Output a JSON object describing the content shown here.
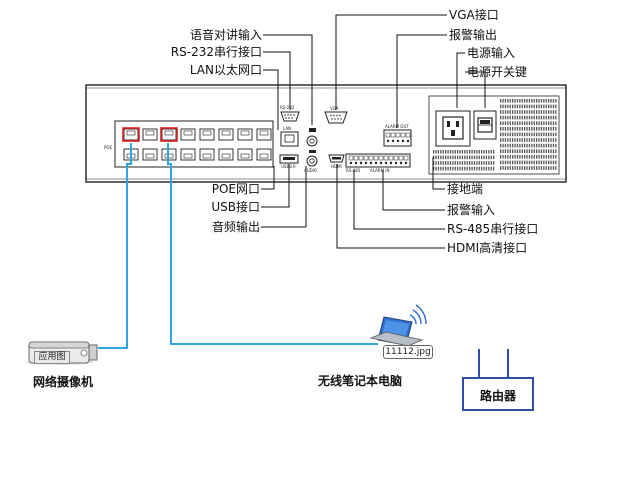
{
  "callouts_top": {
    "intercom_in": "语音对讲输入",
    "rs232": "RS-232串行接口",
    "lan": "LAN以太网口",
    "vga": "VGA接口",
    "alarm_out": "报警输出",
    "power_in": "电源输入",
    "power_switch": "电源开关键"
  },
  "callouts_bottom": {
    "poe": "POE网口",
    "usb": "USB接口",
    "audio_out": "音频输出",
    "ground": "接地端",
    "alarm_in": "报警输入",
    "rs485": "RS-485串行接口",
    "hdmi": "HDMI高清接口"
  },
  "devices": {
    "camera": "网络摄像机",
    "camera_chip": "应用图",
    "laptop": "无线笔记本电脑",
    "laptop_chip": "11112.jpg",
    "router": "路由器"
  },
  "panel_print": {
    "poe": "POE",
    "rs232": "RS-232",
    "lan": "LAN",
    "usb": "USB3.0",
    "audio": "AUDIO",
    "vga": "VGA",
    "hdmi": "HDMI",
    "rs485": "RS-485",
    "alarm_out": "ALARM OUT",
    "alarm_in": "ALARM IN"
  },
  "colors": {
    "cable": "#2aa6e0",
    "highlight": "#e02020",
    "line": "#111111",
    "router_border": "#2b4fa8"
  }
}
